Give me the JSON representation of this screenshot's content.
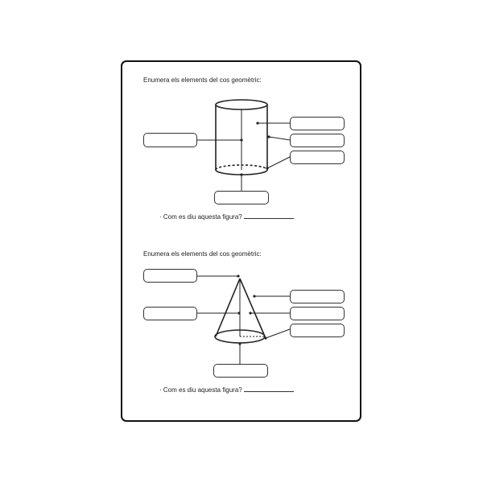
{
  "worksheet": {
    "exercise_1": {
      "instruction": "Enumera els elements del cos geomètric:",
      "question": "· Com es diu aquesta figura?"
    },
    "exercise_2": {
      "instruction": "Enumera els elements del cos geomètric:",
      "question": "· Com es diu aquesta figura?"
    }
  }
}
